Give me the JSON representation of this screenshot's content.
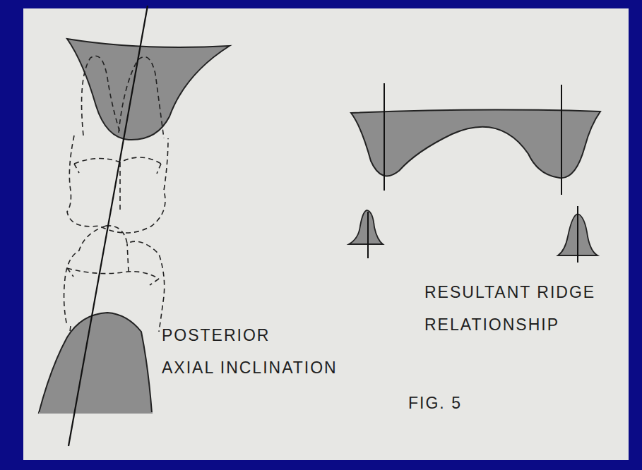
{
  "diagram": {
    "labels": [
      "POSTERIOR AXIAL INCLINATION",
      "RESULTANT RIDGE RELATIONSHIP",
      "FIG. 5"
    ]
  }
}
